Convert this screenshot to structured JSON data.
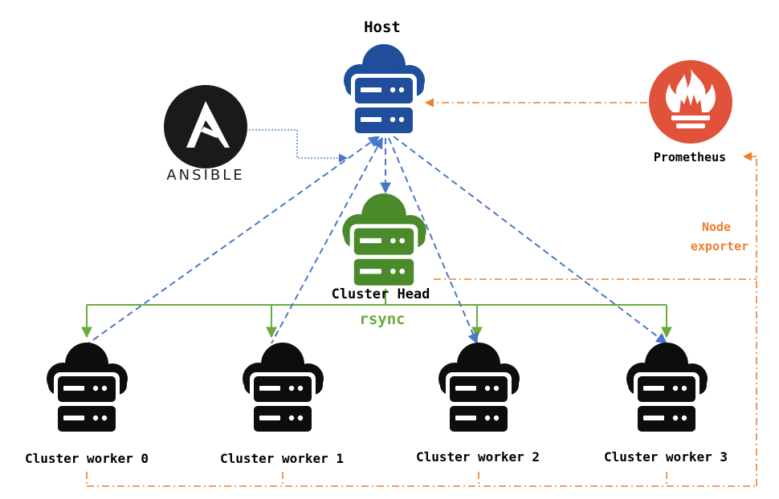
{
  "host": {
    "label": "Host",
    "color": "#1f4e9c"
  },
  "head": {
    "label": "Cluster Head",
    "color": "#4a8a2a"
  },
  "rsync": {
    "label": "rsync",
    "color": "#6aab3c"
  },
  "workers": [
    {
      "label": "Cluster worker 0"
    },
    {
      "label": "Cluster worker 1"
    },
    {
      "label": "Cluster worker 2"
    },
    {
      "label": "Cluster worker 3"
    }
  ],
  "ansible": {
    "wordmark": "ANSIBLE",
    "logo_letter": "A",
    "icon": "ansible-logo"
  },
  "prometheus": {
    "label": "Prometheus",
    "color": "#e0523a",
    "icon": "prometheus-flame"
  },
  "node_exporter": {
    "line1": "Node",
    "line2": "exporter",
    "color": "#ee7f2d"
  },
  "colors": {
    "worker": "#0d0d0d",
    "ssh_dashed": "#4a78c8",
    "ansible_dotted": "#5a86cc",
    "rsync_line": "#6aab3c",
    "monitoring": "#ee7f2d"
  }
}
